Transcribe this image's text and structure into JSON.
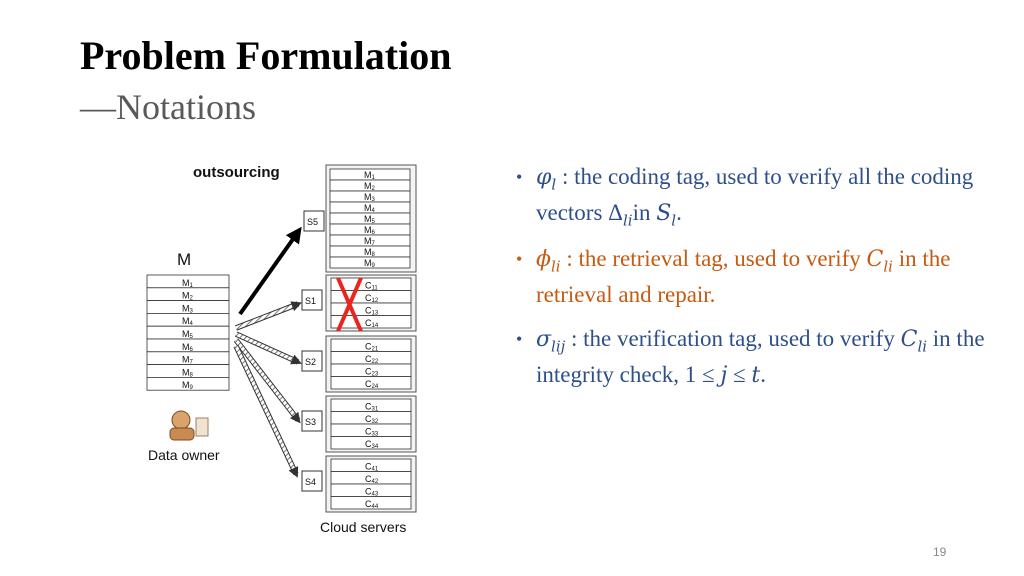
{
  "title": "Problem Formulation",
  "subtitle": "—Notations",
  "page_number": "19",
  "diagram": {
    "outsourcing_label": "outsourcing",
    "matrix_label": "M",
    "data_owner_label": "Data owner",
    "cloud_servers_label": "Cloud servers",
    "owner_rows": [
      "M1",
      "M2",
      "M3",
      "M4",
      "M5",
      "M6",
      "M7",
      "M8",
      "M9"
    ],
    "s5": {
      "label": "S5",
      "rows": [
        "M1",
        "M2",
        "M3",
        "M4",
        "M5",
        "M6",
        "M7",
        "M8",
        "M9"
      ]
    },
    "servers": [
      {
        "label": "S1",
        "rows": [
          "C11",
          "C12",
          "C13",
          "C14"
        ],
        "failed": true
      },
      {
        "label": "S2",
        "rows": [
          "C21",
          "C22",
          "C23",
          "C24"
        ],
        "failed": false
      },
      {
        "label": "S3",
        "rows": [
          "C31",
          "C32",
          "C33",
          "C34"
        ],
        "failed": false
      },
      {
        "label": "S4",
        "rows": [
          "C41",
          "C42",
          "C43",
          "C44"
        ],
        "failed": false
      }
    ],
    "colors": {
      "fail_mark": "#e8251f",
      "arrow": "#000000"
    }
  },
  "bullets": [
    {
      "sym": "φ",
      "sub": "l",
      "text": " : the coding tag, used to verify all the coding vectors Δ",
      "sub2": "li",
      "text2": "in ",
      "sym3": "S",
      "sub3": "l",
      "text3": "."
    },
    {
      "sym": "ϕ",
      "sub": "li",
      "text": " : the retrieval tag, used to verify ",
      "sym2": "C",
      "sub2": "li",
      "text2": " in the retrieval and repair."
    },
    {
      "sym": "σ",
      "sub": "lij",
      "text": " : the verification tag, used to verify ",
      "sym2": "C",
      "sub2": "li",
      "text2": " in the integrity check, 1 ≤ ",
      "sym3": "j",
      "text3": " ≤ ",
      "sym4": "t",
      "text4": "."
    }
  ]
}
